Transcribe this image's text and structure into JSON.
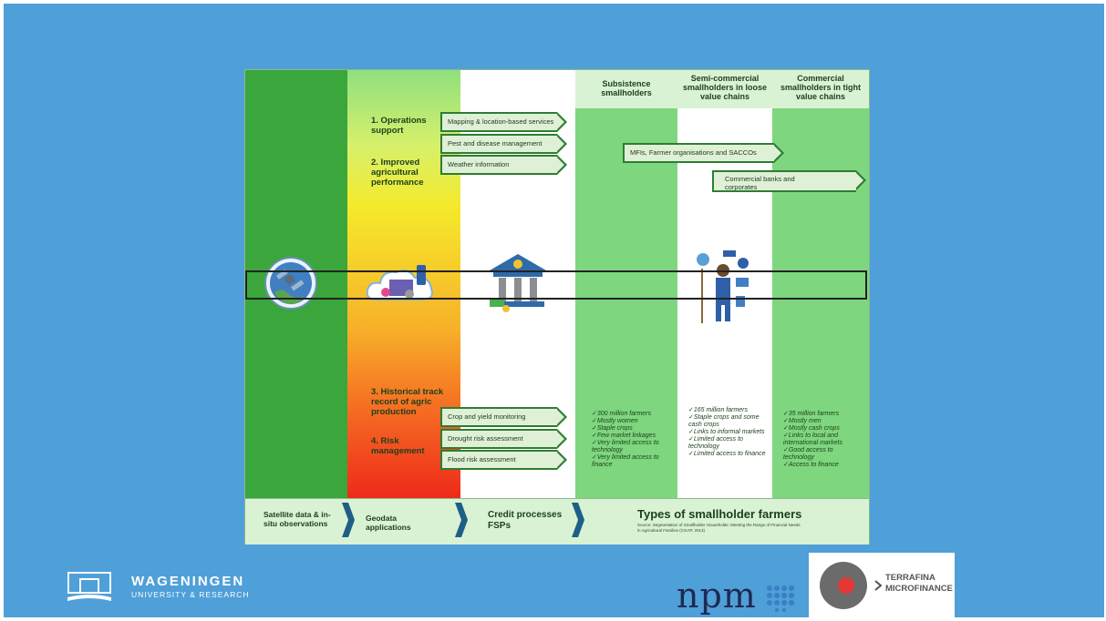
{
  "capabilities": {
    "ops_title": "1. Operations support",
    "perf_title": "2. Improved agricultural performance",
    "history_title": "3. Historical track record of agric production",
    "risk_title": "4. Risk management"
  },
  "services_top": [
    "Mapping & location-based services",
    "Pest and disease management",
    "Weather information"
  ],
  "services_bottom": [
    "Crop and yield monitoring",
    "Drought risk assessment",
    "Flood risk assessment"
  ],
  "finance_arrows": [
    "MFIs, Farmer organisations and SACCOs",
    "Commercial banks and corporates"
  ],
  "farmer_types": [
    {
      "header": "Subsistence smallholders",
      "items": [
        "300 million farmers",
        "Mostly women",
        "Staple crops",
        "Few market linkages",
        "Very limited access to technology",
        "Very limited access to finance"
      ]
    },
    {
      "header": "Semi-commercial smallholders in loose value chains",
      "items": [
        "165 million farmers",
        "Staple crops and some cash crops",
        "Links to informal markets",
        "Limited access to technology",
        "Limited access to finance"
      ]
    },
    {
      "header": "Commercial smallholders in tight value chains",
      "items": [
        "35 million farmers",
        "Mostly men",
        "Mostly cash crops",
        "Links to local and international markets",
        "Good access to technology",
        "Access to finance"
      ]
    }
  ],
  "footer": {
    "satellite": "Satellite data & in-situ observations",
    "geodata": "Geodata applications",
    "credit": "Credit processes FSPs",
    "types_title": "Types of smallholder farmers",
    "source": "Source: Segmentation of Smallholder Households: Meeting the Range of Financial Needs in Agricultural Families (CGAP, 2013)"
  },
  "logos": {
    "wur_name": "WAGENINGEN",
    "wur_sub": "UNIVERSITY & RESEARCH",
    "npm": "npm",
    "terrafina_1": "TERRAFINA",
    "terrafina_2": "MICROFINANCE"
  },
  "colors": {
    "background": "#4f9fd8",
    "dark_green": "#3aa63c",
    "light_green": "#7ed67e",
    "arrow_border": "#2e7d32",
    "highlight_box": "#222222"
  }
}
